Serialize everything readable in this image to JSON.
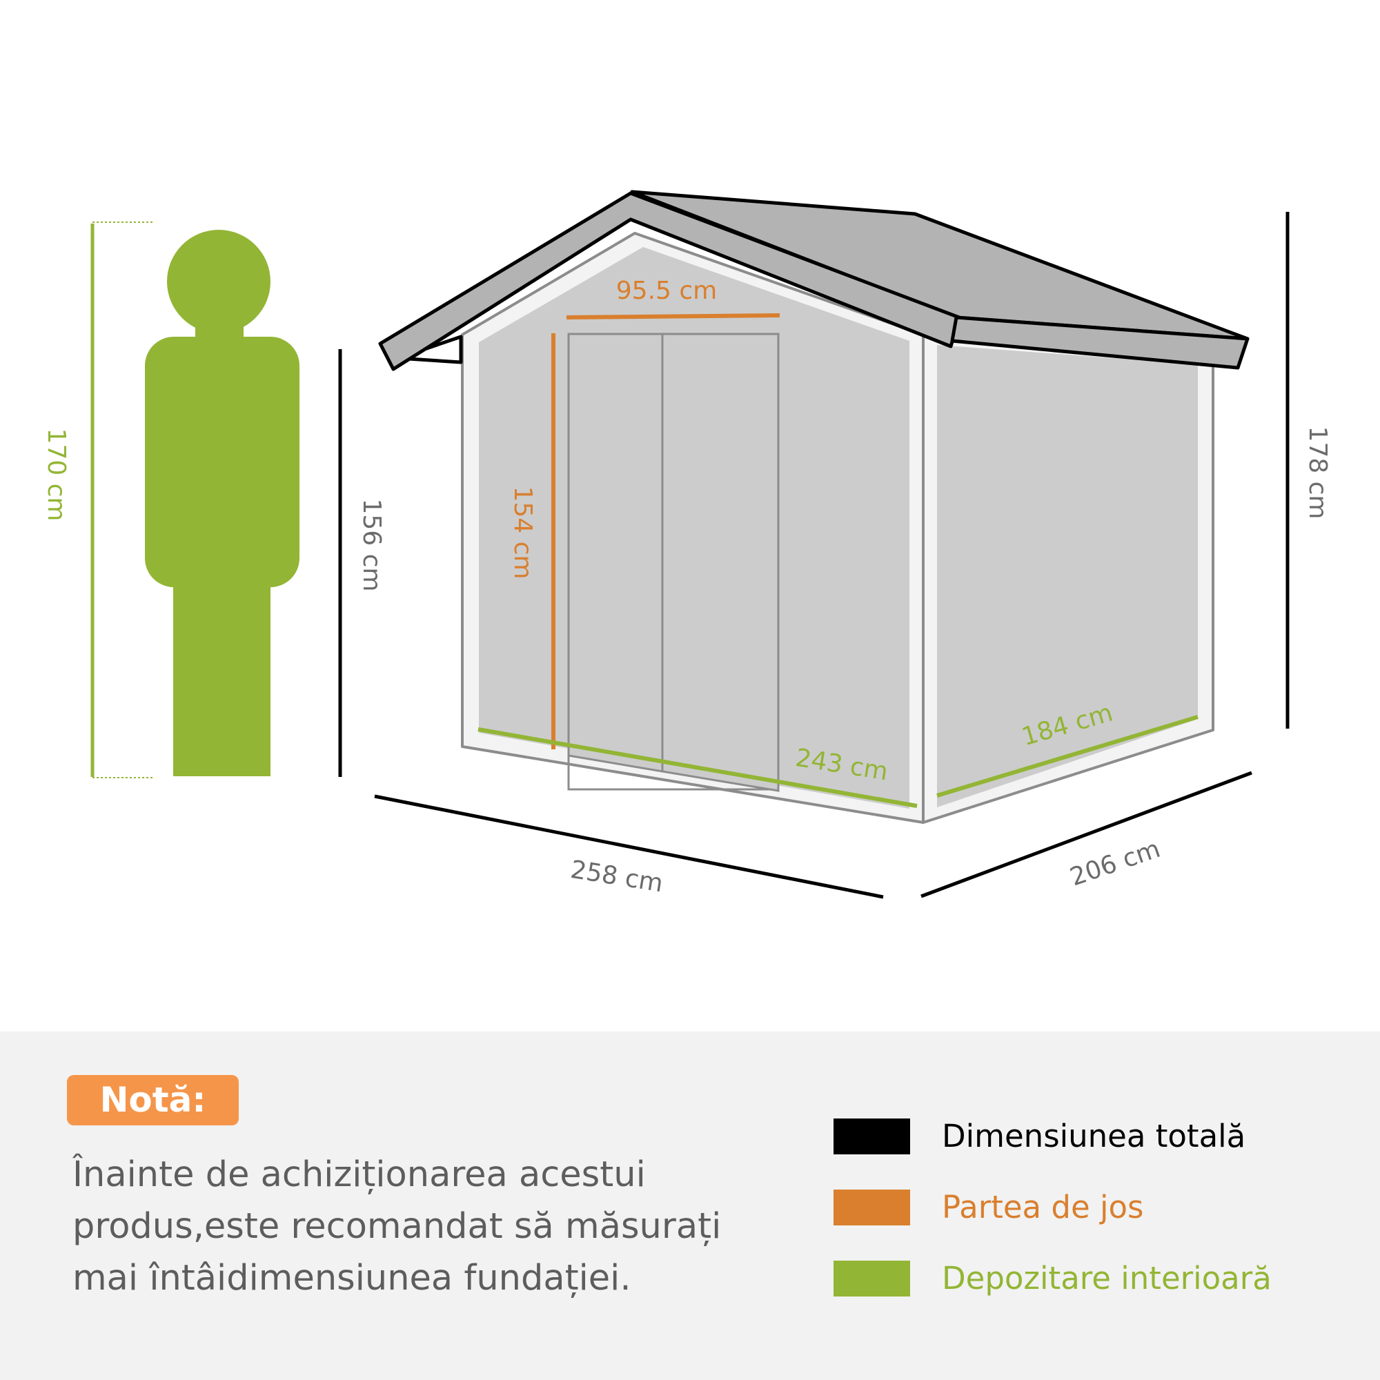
{
  "colors": {
    "total": "#000000",
    "bottom": "#d97f2e",
    "interior": "#93b535",
    "measure_gray": "#6b6b6b",
    "badge": "#f5954a"
  },
  "dimensions": {
    "person_height": "170 cm",
    "wall_height": "156 cm",
    "door_height": "154 cm",
    "door_width": "95.5 cm",
    "total_height": "178 cm",
    "inner_width": "243 cm",
    "inner_depth": "184 cm",
    "outer_width": "258 cm",
    "outer_depth": "206 cm"
  },
  "note": {
    "title": "Notă:",
    "text": "Înainte de achiziționarea acestui\nprodus,este recomandat să măsurați\nmai întâidimensiunea fundației."
  },
  "legend": {
    "items": [
      {
        "label": "Dimensiunea totală",
        "color": "#000000",
        "text_color": "#000000"
      },
      {
        "label": "Partea de jos",
        "color": "#d97f2e",
        "text_color": "#d97f2e"
      },
      {
        "label": "Depozitare interioară",
        "color": "#93b535",
        "text_color": "#93b535"
      }
    ]
  }
}
